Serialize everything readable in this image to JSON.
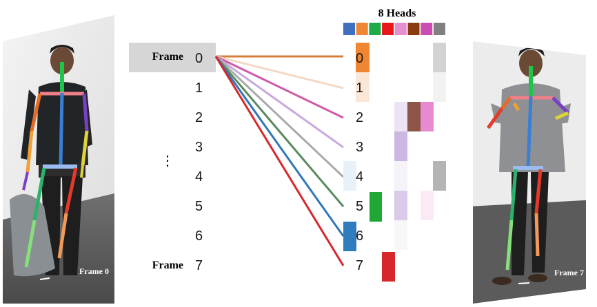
{
  "title": "8 Heads",
  "frame_word": "Frame",
  "left_frames": [
    "0",
    "1",
    "2",
    "3",
    "4",
    "5",
    "6",
    "7"
  ],
  "right_frames": [
    "0",
    "1",
    "2",
    "3",
    "4",
    "5",
    "6",
    "7"
  ],
  "ellipsis": "⋮",
  "left_photo_caption": "Frame 0",
  "right_photo_caption": "Frame 7",
  "head_colors": [
    "#3f6fbf",
    "#ef8633",
    "#1faa4a",
    "#e8161a",
    "#e58fd0",
    "#8a3c10",
    "#c94db3",
    "#808080"
  ],
  "connections": [
    {
      "to": "0",
      "color": "#d67d37"
    },
    {
      "to": "1",
      "color": "#f2d9c6"
    },
    {
      "to": "2",
      "color": "#cf5aa8"
    },
    {
      "to": "3",
      "color": "#c7a9de"
    },
    {
      "to": "4",
      "color": "#a9a9a9"
    },
    {
      "to": "5",
      "color": "#5a8a5f"
    },
    {
      "to": "6",
      "color": "#2f77b8"
    },
    {
      "to": "7",
      "color": "#d6282c"
    }
  ]
}
